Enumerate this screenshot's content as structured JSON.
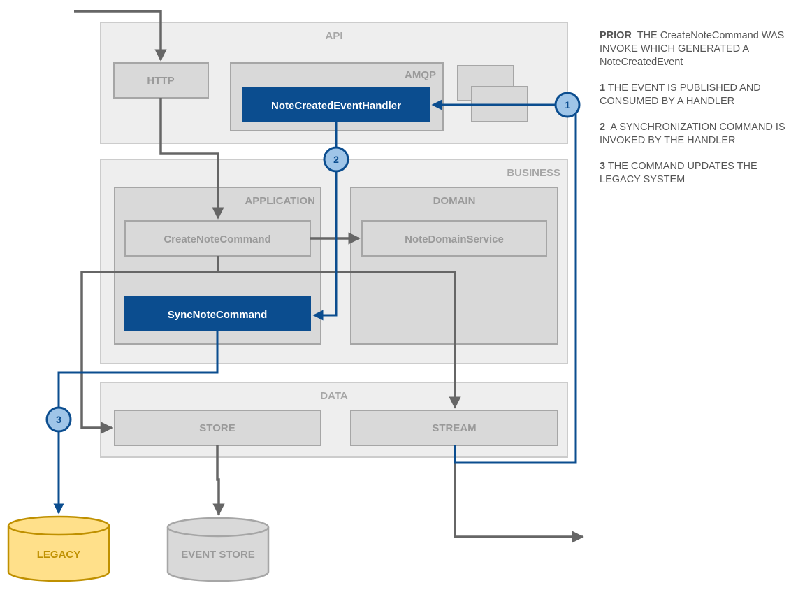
{
  "layers": {
    "api": "API",
    "business": "BUSINESS",
    "data": "DATA"
  },
  "groups": {
    "amqp": "AMQP",
    "application": "APPLICATION",
    "domain": "DOMAIN"
  },
  "components": {
    "http": "HTTP",
    "note_created_event_handler": "NoteCreatedEventHandler",
    "create_note_command": "CreateNoteCommand",
    "note_domain_service": "NoteDomainService",
    "sync_note_command": "SyncNoteCommand",
    "store": "STORE",
    "stream": "STREAM"
  },
  "databases": {
    "legacy": "LEGACY",
    "event_store": "EVENT STORE"
  },
  "steps": {
    "one": "1",
    "two": "2",
    "three": "3"
  },
  "notes": [
    {
      "num": "PRIOR",
      "text": "THE CreateNoteCommand WAS INVOKE WHICH GENERATED A NoteCreatedEvent"
    },
    {
      "num": "1",
      "text": "THE EVENT IS PUBLISHED AND CONSUMED BY A HANDLER"
    },
    {
      "num": "2",
      "text": "A SYNCHRONIZATION COMMAND IS INVOKED BY THE HANDLER"
    },
    {
      "num": "3",
      "text": "THE COMMAND UPDATES THE LEGACY SYSTEM"
    }
  ],
  "colors": {
    "layer_fill": "#eeeeee",
    "layer_stroke": "#cccccc",
    "box_fill": "#d9d9d9",
    "box_stroke": "#a6a6a6",
    "label_gray": "#9a9a9a",
    "blue": "#0b4d8f",
    "step_fill": "#9fc5e8",
    "gray_line": "#666666",
    "legacy_fill": "#ffe08a",
    "legacy_stroke": "#bf9000"
  }
}
